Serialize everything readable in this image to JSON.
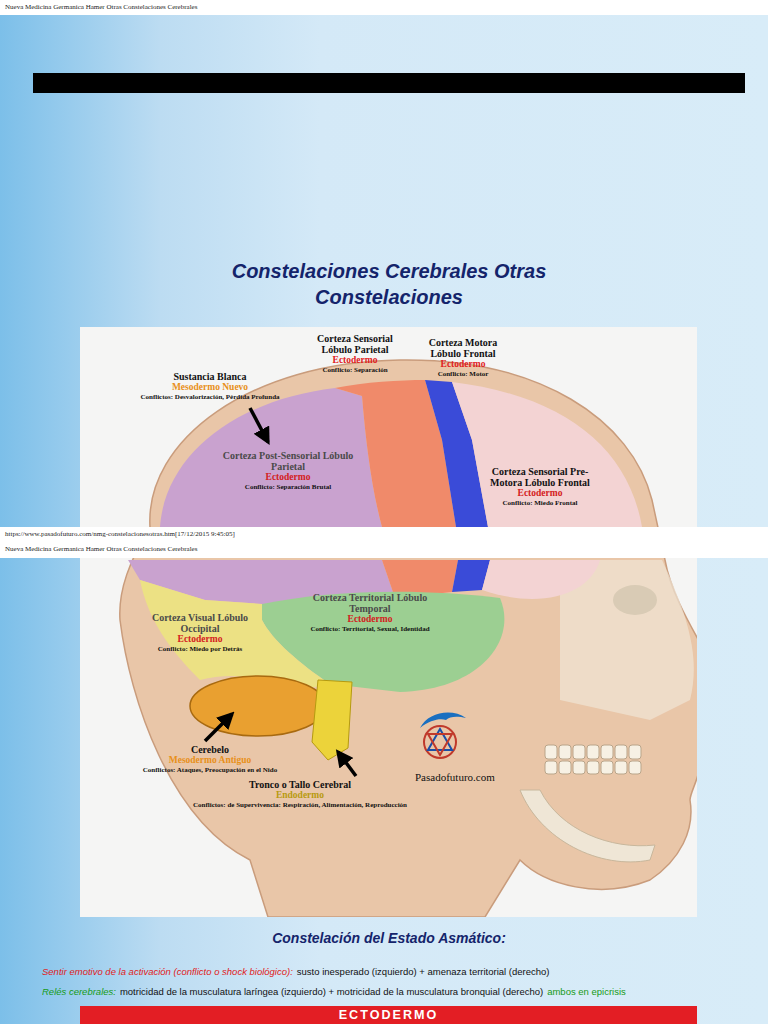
{
  "diagram": {
    "title": "Constelaciones Cerebrales Otras Constelaciones",
    "nodes": [
      {
        "text": [
          "Sustancia Blanca",
          "Mesodermo Nuevo",
          "Conflictos: Desvalorización, Pérdida Profunda"
        ]
      },
      {
        "text": [
          "Corteza Sensorial Lóbulo Parietal",
          "Ectodermo",
          "Conflicto: Separación"
        ]
      },
      {
        "text": [
          "Corteza Motora Lóbulo Frontal",
          "Ectodermo",
          "Conflicto: Motor"
        ]
      },
      {
        "text": [
          "Corteza Post-Sensorial Lóbulo Parietal",
          "Ectodermo",
          "Conflicto: Separación Brutal"
        ]
      },
      {
        "text": [
          "Corteza Sensorial Pre-Motora Lóbulo Frontal",
          "Ectodermo",
          "Conflicto: Miedo Frontal"
        ]
      },
      {
        "text": [
          "Corteza Territorial Lóbulo Temporal",
          "Ectodermo",
          "Conflicto: Territorial, Sexual, Identidad"
        ]
      },
      {
        "text": [
          "Corteza Visual Lóbulo Occipital",
          "Ectodermo",
          "Conflicto: Miedo por Detrás"
        ]
      },
      {
        "text": [
          "Cerebelo",
          "Mesodermo Antiguo",
          "Conflictos: Ataques, Preocupación en el Nido"
        ]
      },
      {
        "text": [
          "Tronco o Tallo Cerebral",
          "Endodermo",
          "Conflictos: de Supervivencia: Respiración, Alimentación, Reproducción"
        ]
      },
      {
        "text": [
          "ECTODERMO"
        ]
      }
    ],
    "labels": [
      "Nueva Medicina Germanica Hamer Otras Constelaciones Cerebrales",
      "https://www.pasadofuturo.com/nmg-constelacionesotras.htm[17/12/2015 9:45:05]",
      "Nueva Medicina Germanica Hamer Otras Constelaciones Cerebrales",
      "Pasadofuturo.com",
      "Constelación del Estado Asmático:",
      "Sentir emotivo de la activación (conflicto o shock biológico):",
      "susto inesperado (izquierdo) + amenaza territorial (derecho)",
      "Relés cerebrales:",
      "motricidad de la musculatura laríngea (izquierdo) + motricidad de la musculatura bronquial (derecho)",
      "ambos en epicrisis"
    ]
  }
}
